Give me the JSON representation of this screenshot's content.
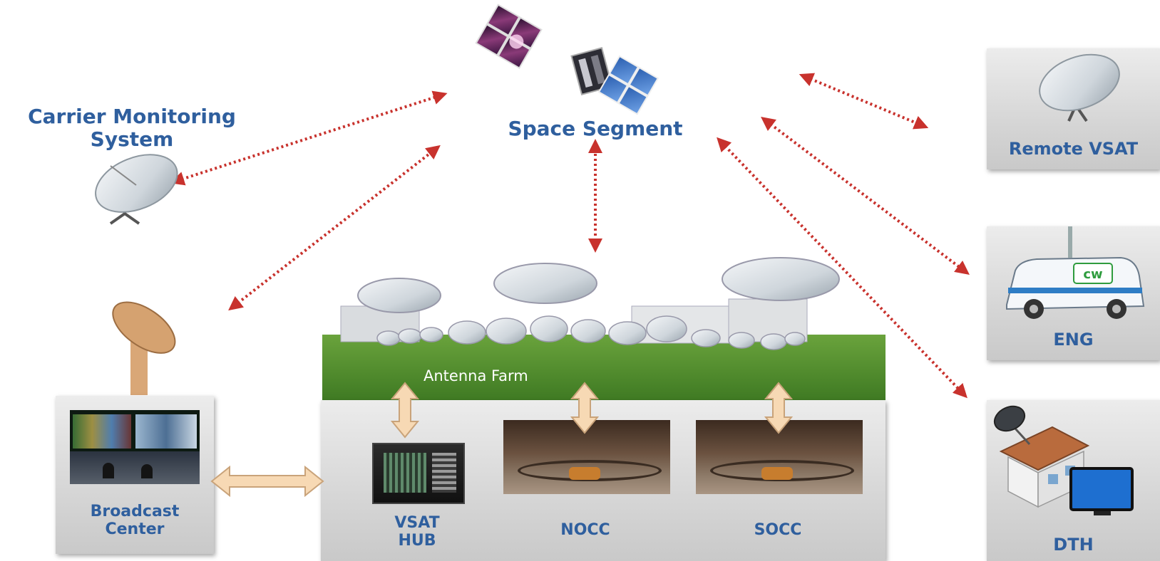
{
  "nodes": {
    "space_segment": "Space Segment",
    "carrier_monitoring_line1": "Carrier Monitoring",
    "carrier_monitoring_line2": "System",
    "remote_vsat": "Remote VSAT",
    "eng": "ENG",
    "dth": "DTH",
    "broadcast_center_line1": "Broadcast",
    "broadcast_center_line2": "Center",
    "antenna_farm": "Antenna Farm",
    "vsat_hub_line1": "VSAT",
    "vsat_hub_line2": "HUB",
    "nocc": "NOCC",
    "socc": "SOCC",
    "van_logo": "cw"
  },
  "icons": {
    "satellite": "satellite-icon",
    "dish": "satellite-dish-icon",
    "van": "news-van-icon",
    "house": "house-icon",
    "tv": "tv-icon",
    "hub": "vsat-hub-equipment-icon",
    "control_room": "control-room-icon",
    "video_wall": "video-wall-icon"
  },
  "colors": {
    "label": "#2f5f9e",
    "link_dotted": "#c8322d",
    "link_fat_fill": "#f7d9b4",
    "link_fat_stroke": "#c9a37a",
    "panel": "#d6d6d6",
    "grass": "#4f8a2c"
  }
}
